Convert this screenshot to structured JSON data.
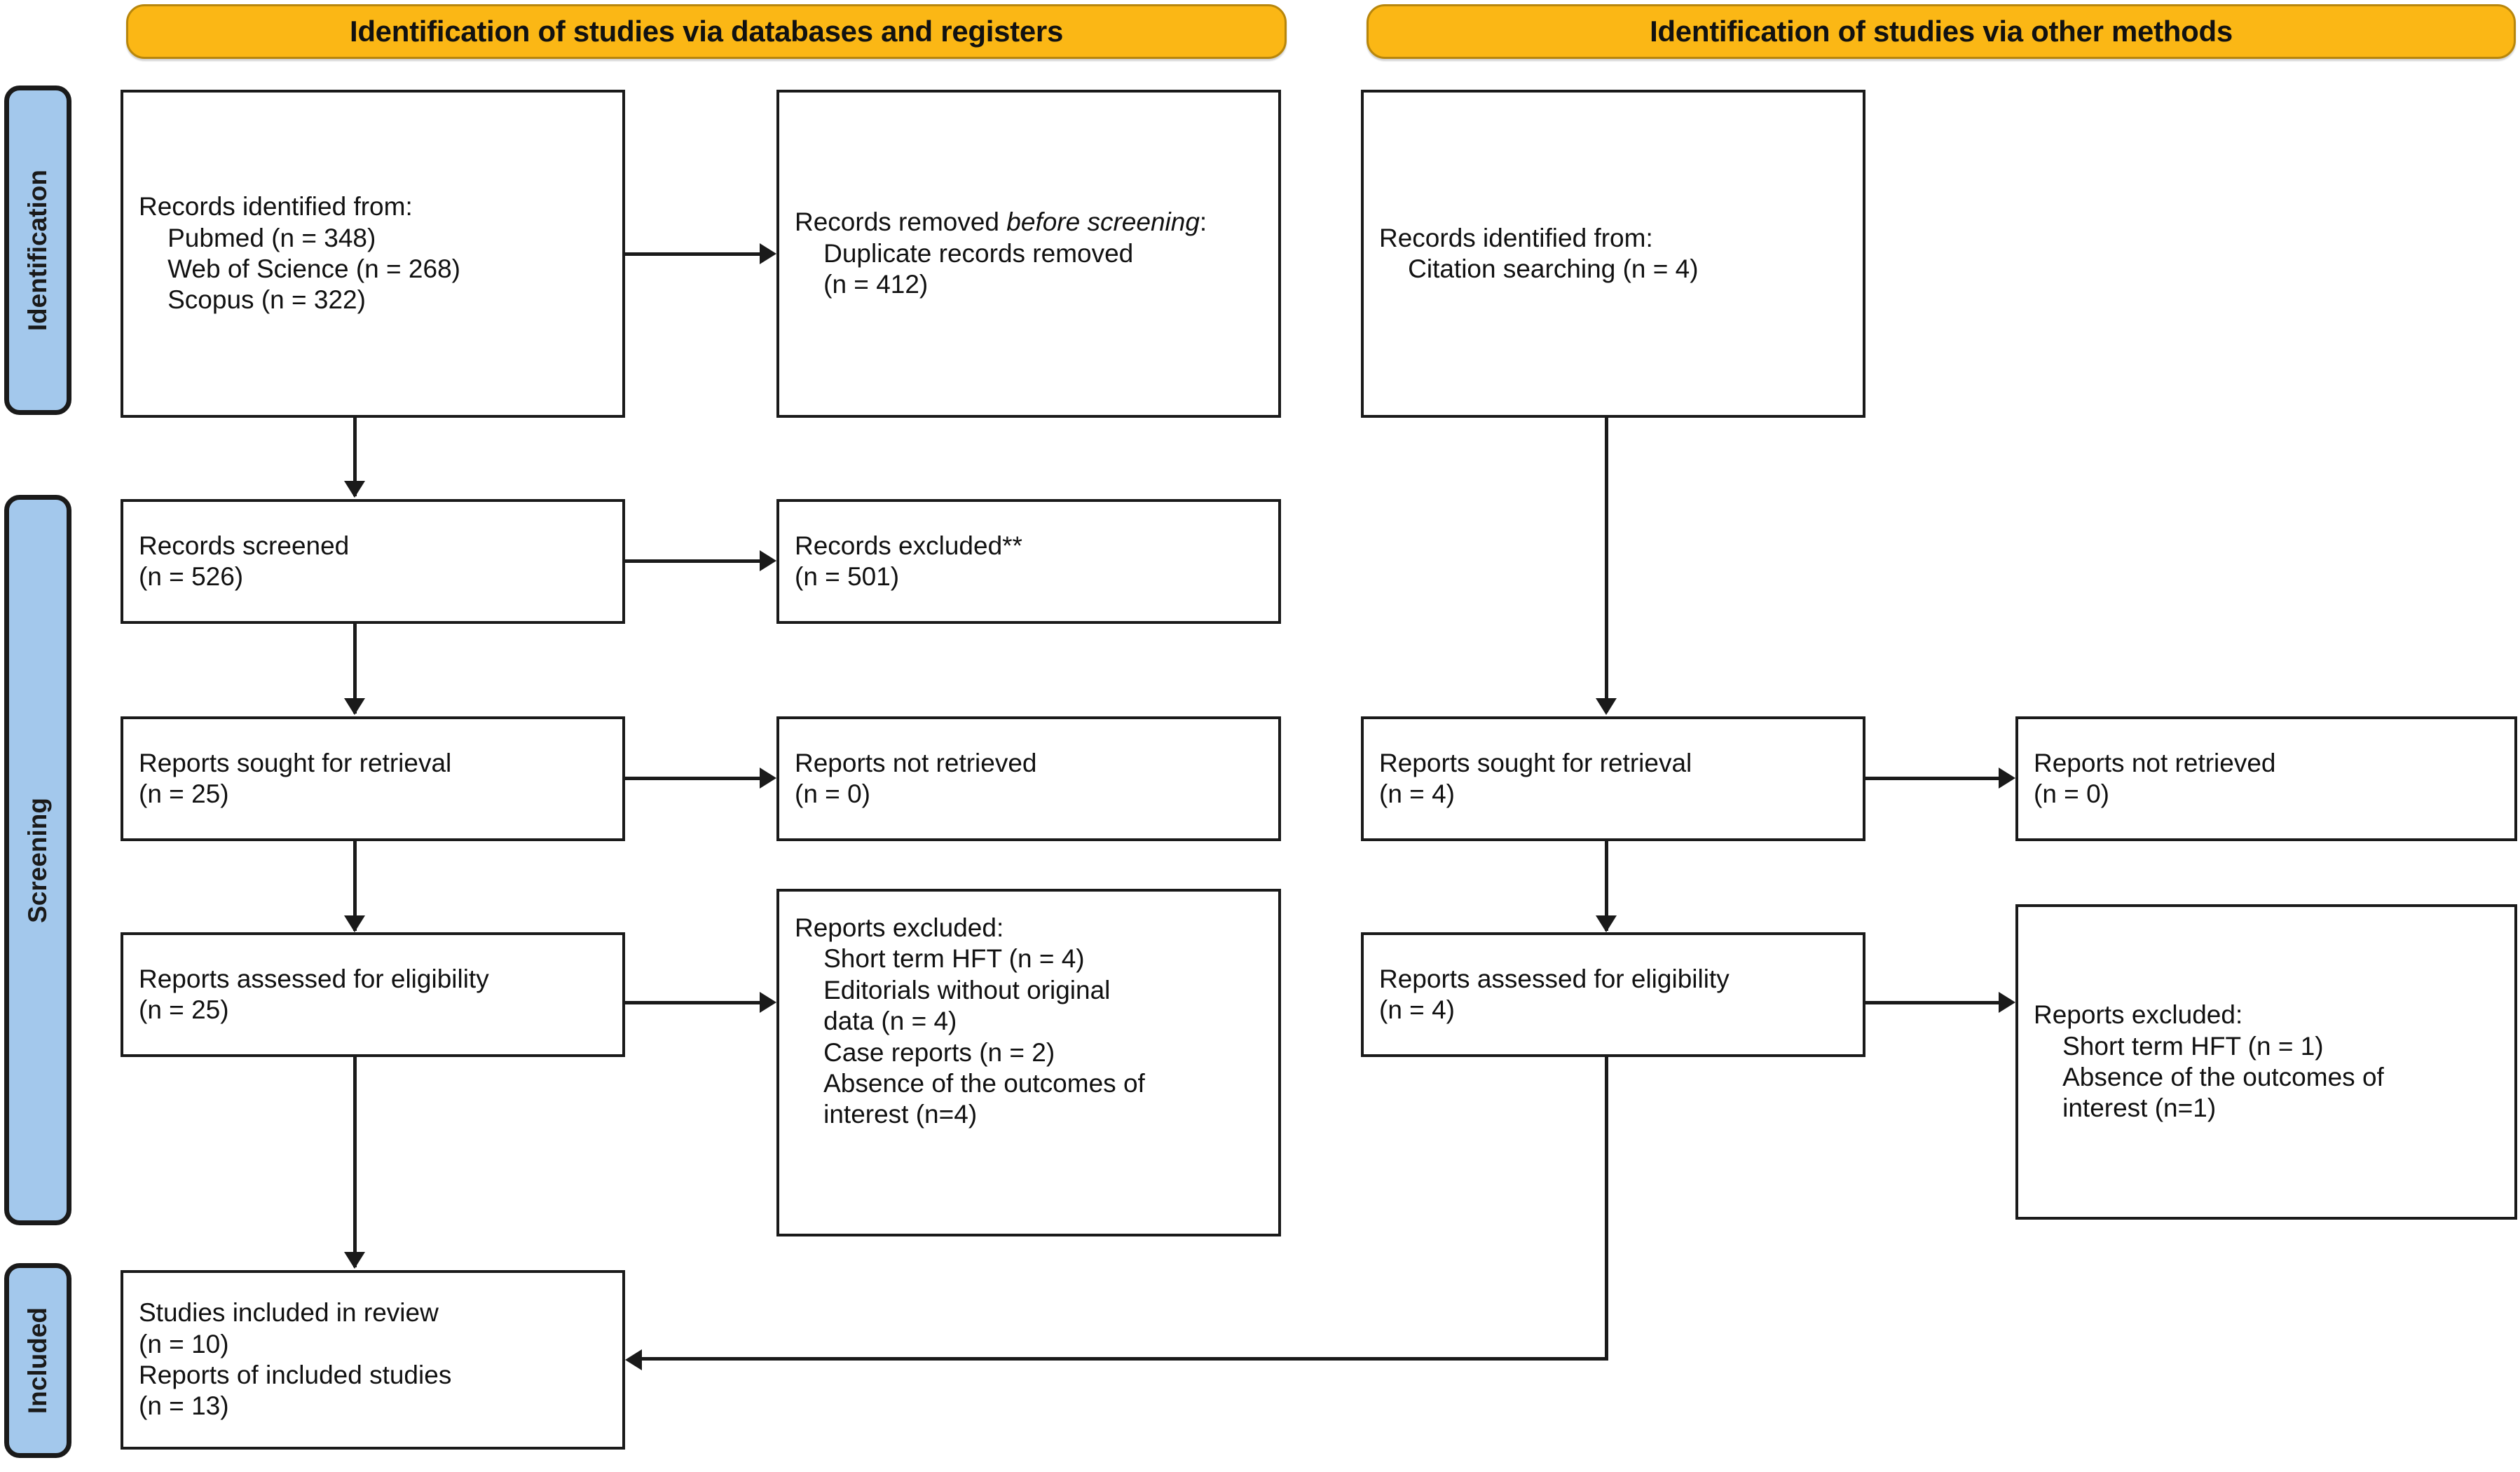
{
  "diagram": {
    "type": "PRISMA 2020 flow diagram",
    "banners": {
      "left": "Identification of studies via databases and registers",
      "right": "Identification of studies via other methods"
    },
    "stages": [
      {
        "label": "Identification"
      },
      {
        "label": "Screening"
      },
      {
        "label": "Included"
      }
    ],
    "colors": {
      "banner_fill": "#FBB715",
      "banner_border": "#B8860B",
      "stage_fill": "#A3C8EC",
      "stage_border": "#1A1A1A",
      "node_border": "#1A1A1A",
      "node_fill": "#FFFFFF",
      "connector": "#1A1A1A"
    },
    "left_column": {
      "records_identified": "Records identified from:\n    Pubmed (n = 348)\n    Web of Science (n = 268)\n    Scopus (n = 322)",
      "records_removed_line1": "Records removed ",
      "records_removed_italic": "before screening",
      "records_removed_rest": ":\n    Duplicate records removed\n    (n = 412)",
      "records_screened": "Records screened\n(n = 526)",
      "records_excluded": "Records excluded**\n(n = 501)",
      "reports_sought": "Reports sought for retrieval\n(n = 25)",
      "reports_not_retrieved": "Reports not retrieved\n(n = 0)",
      "reports_assessed": "Reports assessed for eligibility\n(n = 25)",
      "reports_excluded": "Reports excluded:\n    Short term HFT (n = 4)\n    Editorials without original\n    data (n = 4)\n    Case reports (n = 2)\n    Absence of the outcomes of\n    interest (n=4)"
    },
    "right_column": {
      "records_identified": "Records identified from:\n    Citation searching (n = 4)",
      "reports_sought": "Reports sought for retrieval\n(n = 4)",
      "reports_not_retrieved": "Reports not retrieved\n(n = 0)",
      "reports_assessed": "Reports assessed for eligibility\n(n = 4)",
      "reports_excluded": "Reports excluded:\n    Short term HFT (n = 1)\n    Absence of the outcomes of\n    interest (n=1)"
    },
    "included": {
      "studies_included": "Studies included in review\n(n = 10)\nReports of included studies\n(n = 13)"
    }
  }
}
